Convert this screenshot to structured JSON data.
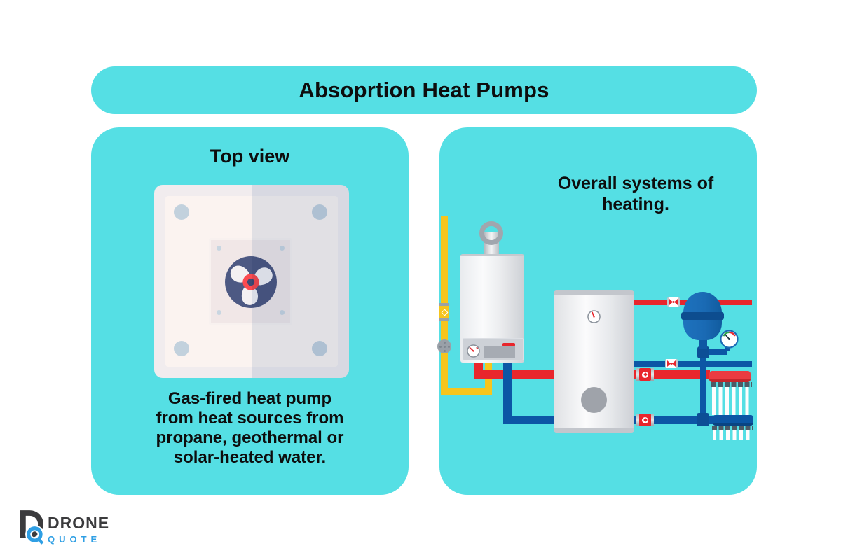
{
  "header": {
    "title": "Absoprtion Heat Pumps"
  },
  "left_card": {
    "title": "Top view",
    "caption_lines": [
      "Gas-fired heat pump",
      "from heat sources from",
      "propane, geothermal or",
      "solar-heated water."
    ]
  },
  "right_card": {
    "title_lines": [
      "Overall systems of",
      "heating."
    ]
  },
  "logo": {
    "brand_top": "DRONE",
    "brand_bottom": "QUOTE"
  },
  "icons": {
    "fan": "fan-icon",
    "boiler_gauge": "gauge-icon",
    "tank_gauge": "gauge-icon",
    "pressure_gauge": "pressure-gauge-icon"
  },
  "colors": {
    "card_bg": "#55DFE4",
    "text": "#0D0D0D",
    "pipe_red": "#E8262C",
    "pipe_blue": "#0C56A5",
    "pipe_yellow": "#F6C51D",
    "vessel_blue": "#1A6AB4",
    "logo_dark": "#3B3B3D",
    "logo_blue": "#2F9FE4"
  }
}
